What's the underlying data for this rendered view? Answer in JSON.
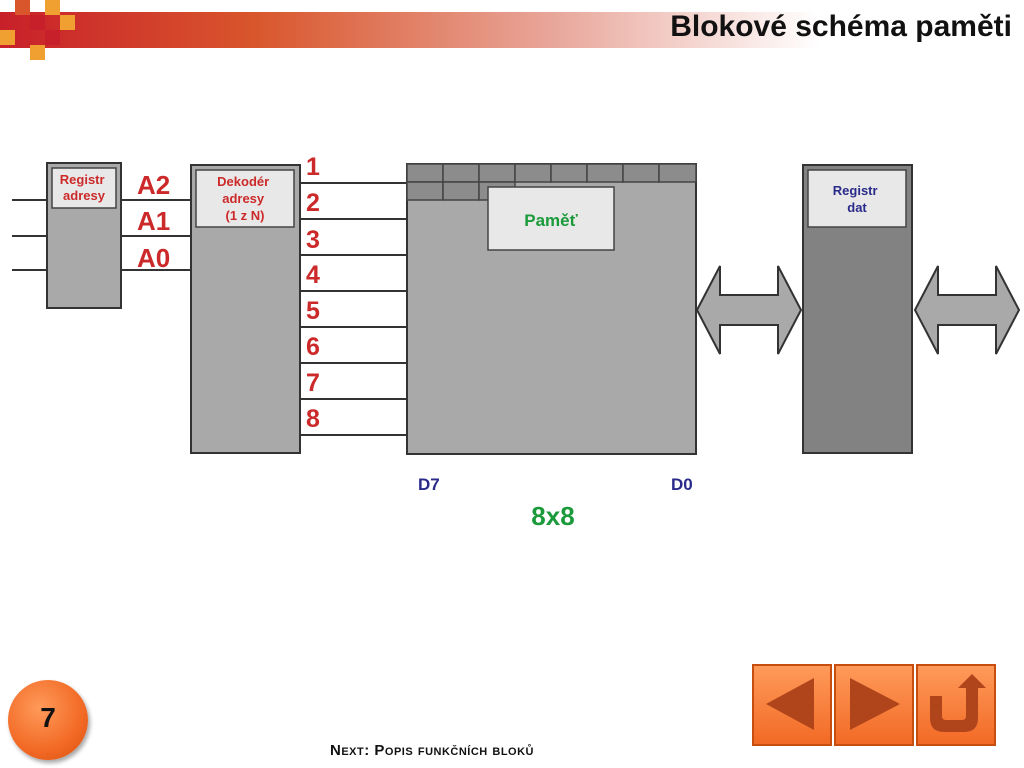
{
  "title": "Blokové schéma paměti",
  "blocks": {
    "address_register": "Registr\nadresy",
    "decoder": "Dekodér\nadresy\n(1 z N)",
    "memory": "Paměť",
    "data_register": "Registr\ndat"
  },
  "address_lines": [
    "A2",
    "A1",
    "A0"
  ],
  "row_numbers": [
    "1",
    "2",
    "3",
    "4",
    "5",
    "6",
    "7",
    "8"
  ],
  "bit_labels": {
    "left": "D7",
    "right": "D0"
  },
  "size_label": "8x8",
  "footer": "Next: Popis funkčních bloků",
  "page_number": "7",
  "colors": {
    "red_text": "#cc2a2a",
    "blue_text": "#2a2a8a",
    "green_text": "#1a9a3a",
    "block_gray": "#a9a9a9",
    "dark_gray": "#828282",
    "orange": "#f26a25"
  },
  "nav": [
    "previous-arrow-icon",
    "next-arrow-icon",
    "return-icon"
  ]
}
